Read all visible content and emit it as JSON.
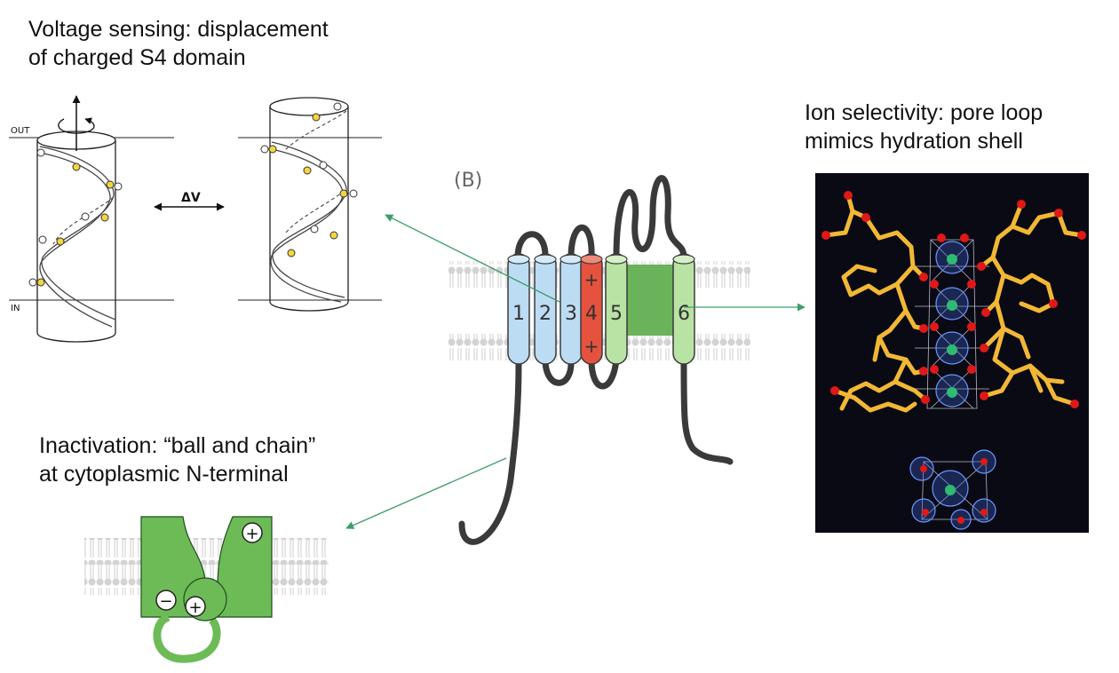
{
  "captions": {
    "voltage_line1": "Voltage sensing: displacement",
    "voltage_line2": "of charged S4 domain",
    "selectivity_line1": "Ion selectivity: pore loop",
    "selectivity_line2": "mimics hydration shell",
    "inactivation_line1": "Inactivation: “ball and chain”",
    "inactivation_line2": "at cytoplasmic N-terminal"
  },
  "s4_panel": {
    "out_label": "OUT",
    "in_label": "IN",
    "delta_v_label": "ΔV"
  },
  "channel": {
    "panel_label": "(B)",
    "segments": [
      "1",
      "2",
      "3",
      "4",
      "5",
      "6"
    ],
    "s4_charge_symbol": "+"
  },
  "ball_chain": {
    "plus_symbol": "+",
    "minus_symbol": "−"
  },
  "colors": {
    "segment_blue": "#bcdcf4",
    "segment_red": "#e5533f",
    "segment_green": "#b9e3a4",
    "pore_green": "#6ab35a",
    "inactivation_green": "#6dbb57",
    "membrane_gray": "#d3d3d3",
    "arrow_green": "#3e9d6a",
    "sidechain_yellow": "#f2b835",
    "oxygen_red": "#e01818",
    "density_blue": "#4f7fe8",
    "ion_green": "#2dbb73",
    "crystal_bg": "#0a0a14"
  }
}
